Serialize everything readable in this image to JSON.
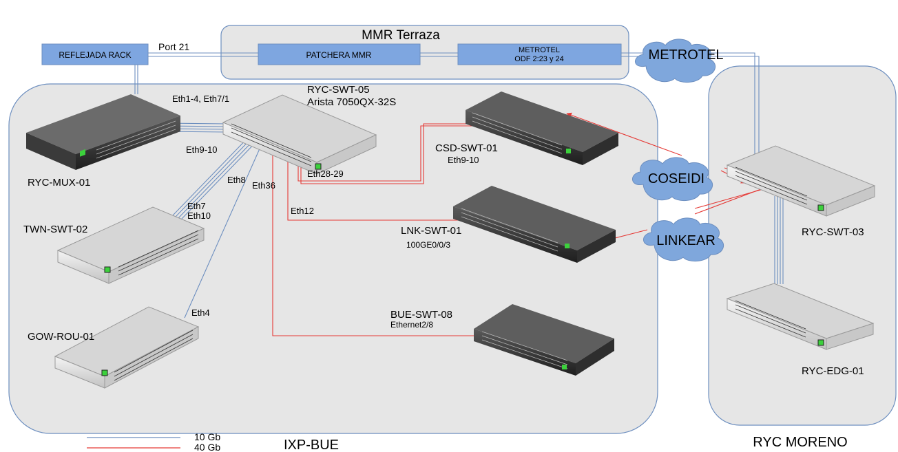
{
  "zones": {
    "mmr": "MMR Terraza",
    "ixp": "IXP-BUE",
    "ryc": "RYC MORENO"
  },
  "panels": {
    "reflejada": "REFLEJADA RACK",
    "patchera": "PATCHERA MMR",
    "metrotel_line1": "METROTEL",
    "metrotel_line2": "ODF 2:23 y 24"
  },
  "clouds": {
    "metrotel": "METROTEL",
    "coseidi": "COSEIDI",
    "linkear": "LINKEAR"
  },
  "devices": {
    "ryc_mux_01": "RYC-MUX-01",
    "ryc_swt_05_line1": "RYC-SWT-05",
    "ryc_swt_05_line2": "Arista 7050QX-32S",
    "csd_swt_01": "CSD-SWT-01",
    "lnk_swt_01": "LNK-SWT-01",
    "twn_swt_02": "TWN-SWT-02",
    "gow_rou_01": "GOW-ROU-01",
    "bue_swt_08": "BUE-SWT-08",
    "ryc_swt_03": "RYC-SWT-03",
    "ryc_edg_01": "RYC-EDG-01"
  },
  "ports": {
    "port21": "Port 21",
    "eth1_4": "Eth1-4, Eth7/1",
    "eth9_10_mux": "Eth9-10",
    "eth8": "Eth8",
    "eth36": "Eth36",
    "eth28_29": "Eth28-29",
    "eth9_10_csd": "Eth9-10",
    "eth12": "Eth12",
    "eth7": "Eth7",
    "eth10": "Eth10",
    "eth4": "Eth4",
    "ge100": "100GE0/0/3",
    "ethernet2_8": "Ethernet2/8"
  },
  "legend": {
    "ten_gb": "10 Gb",
    "forty_gb": "40 Gb"
  },
  "colors": {
    "zone_fill": "#e6e6e6",
    "zone_stroke": "#6c8ebf",
    "panel_fill": "#7ea6e0",
    "link_10g": "#6c8ebf",
    "link_40g": "#e53935",
    "cloud_fill": "#7fa7dc",
    "switch_dark": "#3c3c3c",
    "switch_light": "#dcdcdc"
  }
}
